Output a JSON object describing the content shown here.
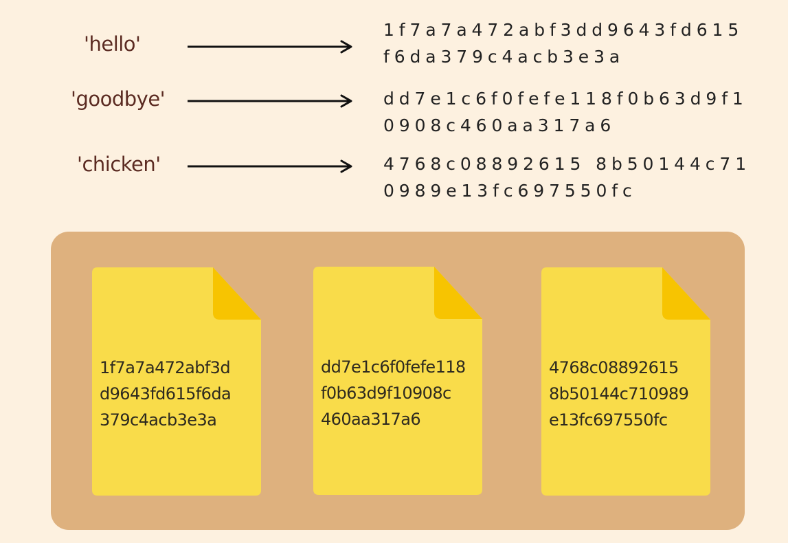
{
  "mappings": [
    {
      "input": "'hello'",
      "hash_line1": "1f7a7a472abf3dd9643fd615",
      "hash_line2": "f6da379c4acb3e3a"
    },
    {
      "input": "'goodbye'",
      "hash_line1": "dd7e1c6f0fefe118f0b63d9f1",
      "hash_line2": "0908c460aa317a6"
    },
    {
      "input": "'chicken'",
      "hash_line1": "4768c08892615 8b50144c71",
      "hash_line2": "0989e13fc697550fc"
    }
  ],
  "files": [
    {
      "lines": [
        "1f7a7a472abf3d",
        "d9643fd615f6da",
        "379c4acb3e3a"
      ]
    },
    {
      "lines": [
        "dd7e1c6f0fefe118",
        "f0b63d9f10908c",
        "460aa317a6"
      ]
    },
    {
      "lines": [
        "4768c08892615",
        "8b50144c710989",
        "e13fc697550fc"
      ]
    }
  ],
  "colors": {
    "background": "#fdf1e0",
    "storage_box": "#deb17e",
    "file_body": "#f9dc4a",
    "file_fold": "#f7c401",
    "label_text": "#5b2b22",
    "hash_text": "#222222"
  }
}
